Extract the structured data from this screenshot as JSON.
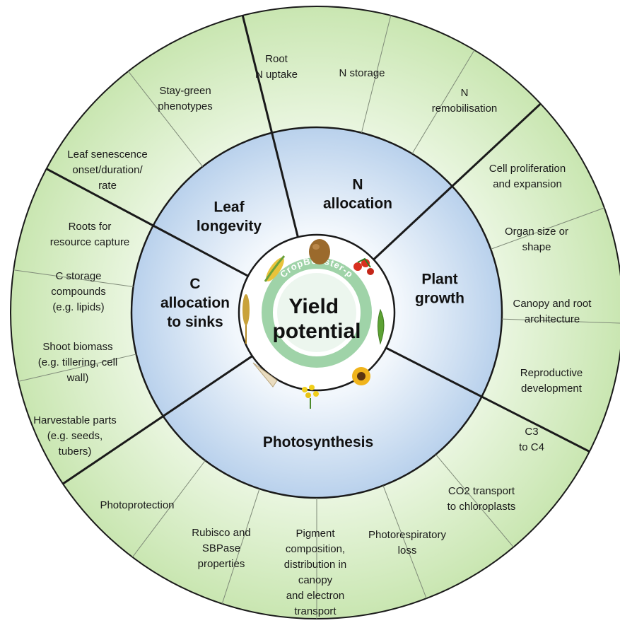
{
  "center": {
    "title_lines": [
      "Yield",
      "potential"
    ],
    "logo_text": "CropBooster-p"
  },
  "sectors": [
    {
      "id": "n-allocation",
      "label_lines": [
        "N",
        "allocation"
      ]
    },
    {
      "id": "plant-growth",
      "label_lines": [
        "Plant",
        "growth"
      ]
    },
    {
      "id": "photosynthesis",
      "label_lines": [
        "Photosynthesis"
      ]
    },
    {
      "id": "c-allocation",
      "label_lines": [
        "C",
        "allocation",
        "to sinks"
      ]
    },
    {
      "id": "leaf-longevity",
      "label_lines": [
        "Leaf",
        "longevity"
      ]
    }
  ],
  "outer_segments": [
    {
      "id": "root-n-uptake",
      "lines": [
        "Root",
        "N uptake"
      ]
    },
    {
      "id": "n-storage",
      "lines": [
        "N storage"
      ]
    },
    {
      "id": "n-remobilisation",
      "lines": [
        "N",
        "remobilisation"
      ]
    },
    {
      "id": "cell-proliferation",
      "lines": [
        "Cell proliferation",
        "and expansion"
      ]
    },
    {
      "id": "organ-size",
      "lines": [
        "Organ size or",
        "shape"
      ]
    },
    {
      "id": "canopy-root",
      "lines": [
        "Canopy and root",
        "architecture"
      ]
    },
    {
      "id": "reproductive-development",
      "lines": [
        "Reproductive",
        "development"
      ]
    },
    {
      "id": "c3-to-c4",
      "lines": [
        "C3",
        "to C4"
      ]
    },
    {
      "id": "co2-transport",
      "lines": [
        "CO2 transport",
        "to chloroplasts"
      ]
    },
    {
      "id": "photorespiratory-loss",
      "lines": [
        "Photorespiratory",
        "loss"
      ]
    },
    {
      "id": "pigment-composition",
      "lines": [
        "Pigment",
        "composition,",
        "distribution in",
        "canopy",
        "and electron",
        "transport"
      ]
    },
    {
      "id": "rubisco-sbpase",
      "lines": [
        "Rubisco and",
        "SBPase",
        "properties"
      ]
    },
    {
      "id": "photoprotection",
      "lines": [
        "Photoprotection"
      ]
    },
    {
      "id": "harvestable-parts",
      "lines": [
        "Harvestable parts",
        "(e.g. seeds,",
        "tubers)"
      ]
    },
    {
      "id": "shoot-biomass",
      "lines": [
        "Shoot biomass",
        "(e.g. tillering, cell",
        "wall)"
      ]
    },
    {
      "id": "c-storage",
      "lines": [
        "C storage",
        "compounds",
        "(e.g. lipids)"
      ]
    },
    {
      "id": "roots-resource",
      "lines": [
        "Roots for",
        "resource capture"
      ]
    },
    {
      "id": "leaf-senescence",
      "lines": [
        "Leaf senescence",
        "onset/duration/",
        "rate"
      ]
    },
    {
      "id": "stay-green",
      "lines": [
        "Stay-green",
        "phenotypes"
      ]
    }
  ],
  "colors": {
    "outer_ring": "#d6edc4",
    "outer_ring_center": "#eef8e6",
    "inner_ring": "#c5d9ef",
    "inner_ring_center": "#eef4fb",
    "border": "#1a1a1a",
    "minor_line": "#7f8a78",
    "logo_ring": "#7fc48b"
  },
  "icons": [
    "potato-icon",
    "tomato-icon",
    "green-bean-icon",
    "sunflower-icon",
    "rapeseed-flower-icon",
    "parsnip-icon",
    "wheat-ear-icon",
    "maize-cob-icon"
  ]
}
